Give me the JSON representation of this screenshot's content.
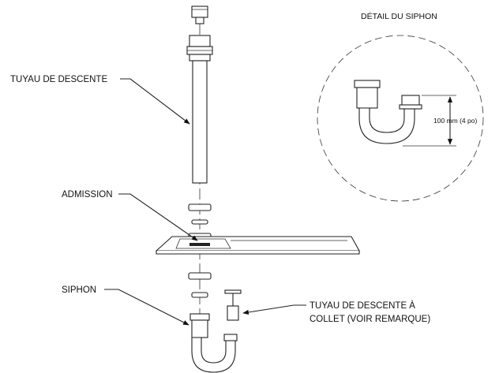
{
  "labels": {
    "downpipe": "TUYAU DE DESCENTE",
    "inlet": "ADMISSION",
    "trap": "SIPHON",
    "flanged_line1": "TUYAU DE DESCENTE À",
    "flanged_line2": "COLLET (VOIR REMARQUE)"
  },
  "detail": {
    "title": "DÉTAIL DU SIPHON",
    "dimension": "100 mm (4 po)"
  }
}
